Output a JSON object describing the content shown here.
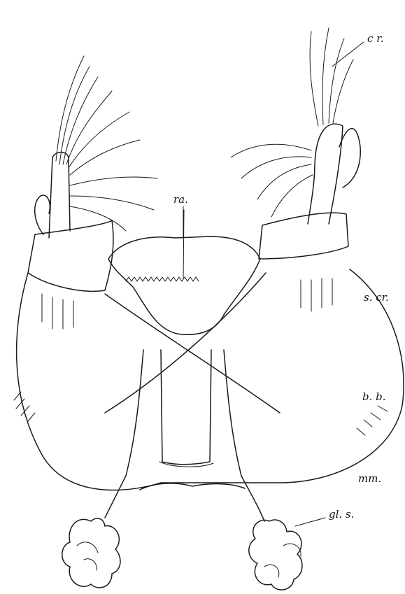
{
  "figure": {
    "labels": {
      "cr": "c r.",
      "ra": "ra.",
      "scr": "s. cr.",
      "bb": "b. b.",
      "mm": "mm.",
      "gls": "gl. s."
    }
  }
}
